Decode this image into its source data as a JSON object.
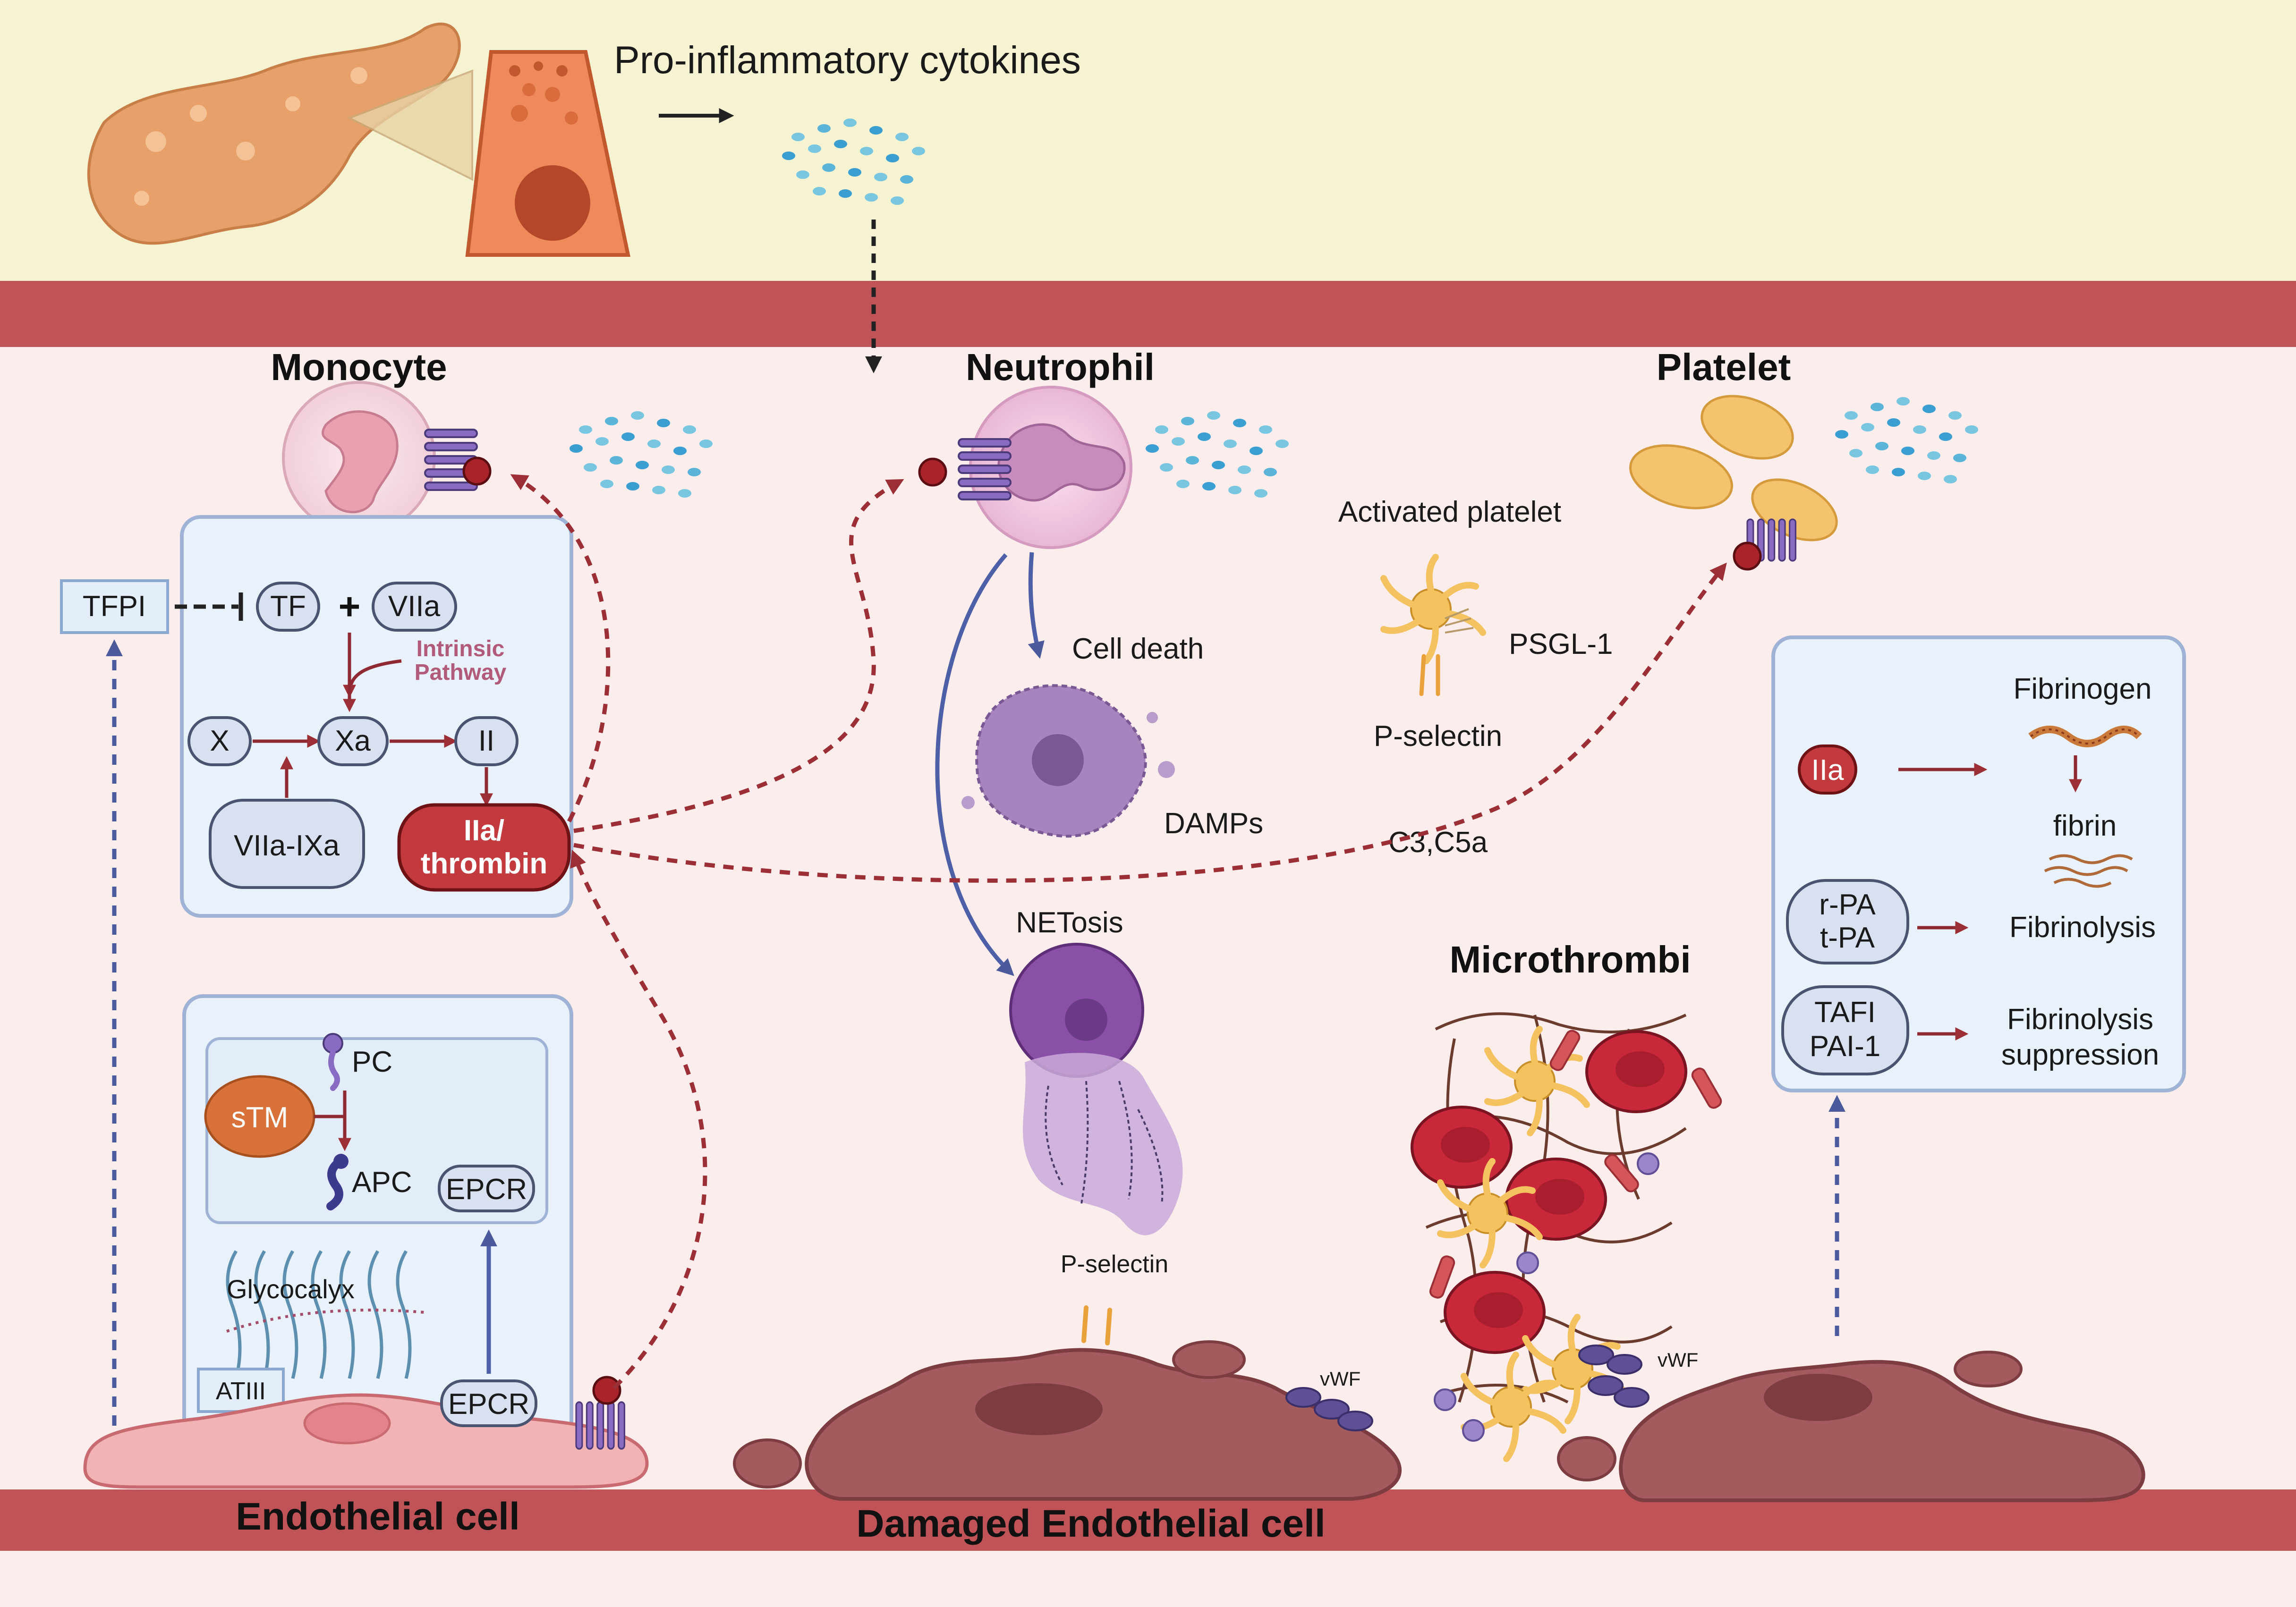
{
  "header": {
    "cytokines_label": "Pro-inflammatory cytokines"
  },
  "cells": {
    "monocyte": "Monocyte",
    "neutrophil": "Neutrophil",
    "platelet": "Platelet",
    "activated_platelet": "Activated platelet",
    "psgl1": "PSGL-1",
    "p_selectin_platelet": "P-selectin",
    "cell_death": "Cell death",
    "damps": "DAMPs",
    "c3c5a": "C3,C5a",
    "netosis": "NETosis",
    "p_selectin_endo": "P-selectin",
    "microthrombi": "Microthrombi",
    "vwf_left": "vWF",
    "vwf_right": "vWF",
    "endothelial": "Endothelial cell",
    "damaged_endothelial": "Damaged Endothelial cell"
  },
  "coagulation": {
    "tfpi": "TFPI",
    "tf": "TF",
    "plus": "+",
    "viia": "VIIa",
    "intrinsic_line1": "Intrinsic",
    "intrinsic_line2": "Pathway",
    "x": "X",
    "xa": "Xa",
    "ii": "II",
    "viia_ixa": "VIIa-IXa",
    "iia_line1": "IIa/",
    "iia_line2": "thrombin"
  },
  "anticoagulant": {
    "pc": "PC",
    "stm": "sTM",
    "apc": "APC",
    "epcr_top": "EPCR",
    "glycocalyx": "Glycocalyx",
    "atiii": "ATIII",
    "epcr_bottom": "EPCR"
  },
  "fibrinolysis": {
    "iia": "IIa",
    "fibrinogen": "Fibrinogen",
    "fibrin": "fibrin",
    "rpa": "r-PA",
    "tpa": "t-PA",
    "fibrinolysis": "Fibrinolysis",
    "tafi": "TAFI",
    "pai1": "PAI-1",
    "suppression_line1": "Fibrinolysis",
    "suppression_line2": "suppression"
  },
  "colors": {
    "top_band": "#f6f3d2",
    "vessel_wall": "#c05357",
    "lumen": "#fceded",
    "box_fill": "#e9f1fb",
    "thrombin_red": "#c23a3e",
    "stm_orange": "#d9713a"
  }
}
